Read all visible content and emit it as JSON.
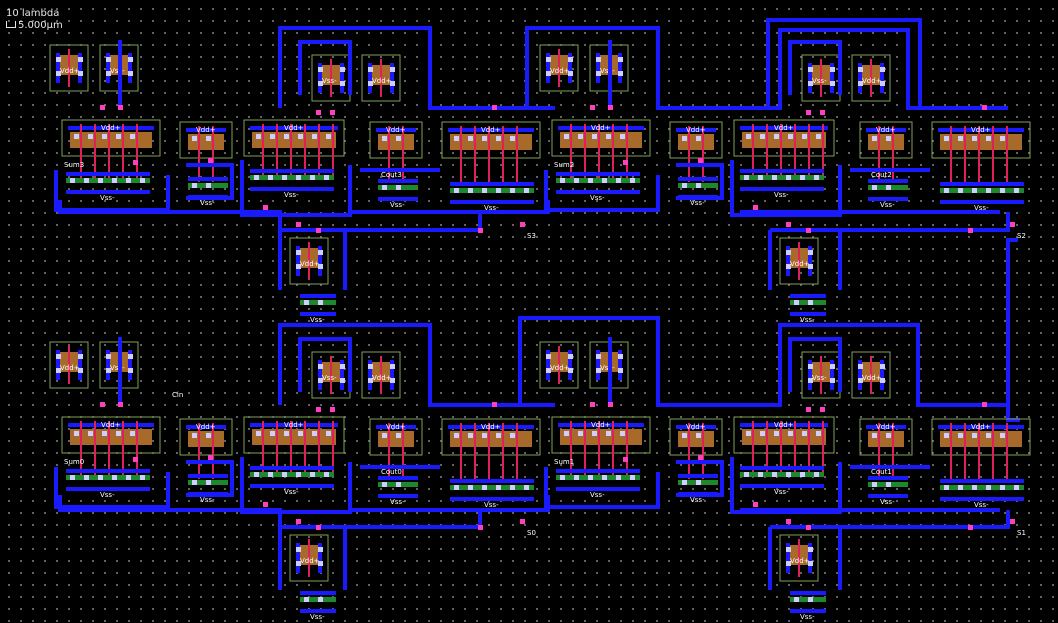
{
  "scale": {
    "lambda": "10 lambda",
    "micron": "5.000µm"
  },
  "colors": {
    "background": "#000000",
    "metal1": "#1a1aff",
    "poly": "#e0205a",
    "diffusion": "#a86a2a",
    "nwell": "#7fa05a",
    "ndiff_strip": "#1c8a2c",
    "contact": "#cfcfff",
    "via": "#ff3fbf"
  },
  "blocks": [
    {
      "id": "b0",
      "sum": "Sum3",
      "cout": "Cout3",
      "vdd": "Vdd+",
      "vss": "Vss-",
      "out": "S3"
    },
    {
      "id": "b1",
      "sum": "Sum2",
      "cout": "Cout2",
      "vdd": "Vdd+",
      "vss": "Vss-",
      "out": "S2"
    },
    {
      "id": "b2",
      "sum": "Sum0",
      "cout": "Cout0",
      "vdd": "Vdd+",
      "vss": "Vss-",
      "out": "S0",
      "cin": "Cin"
    },
    {
      "id": "b3",
      "sum": "Sum1",
      "cout": "Cout1",
      "vdd": "Vdd+",
      "vss": "Vss-",
      "out": "S1"
    }
  ]
}
